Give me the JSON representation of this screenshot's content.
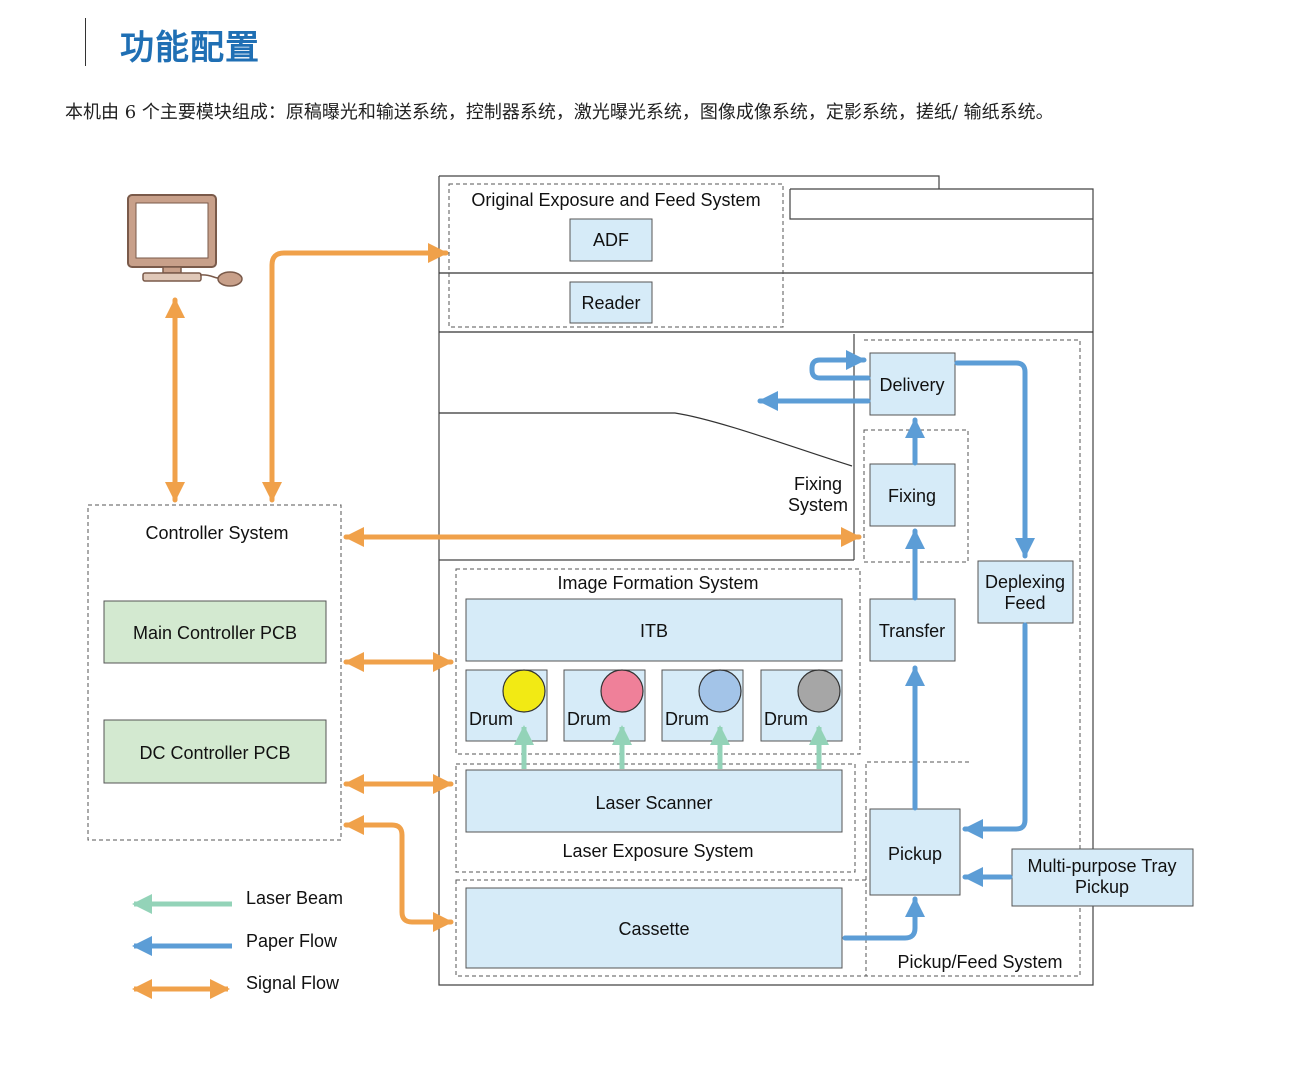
{
  "page": {
    "title": "功能配置",
    "intro": "本机由 6  个主要模块组成：原稿曝光和输送系统，控制器系统，激光曝光系统，图像成像系统，定影系统，搓纸/ 输纸系统。"
  },
  "diagram": {
    "original_exposure_system": "Original Exposure and Feed System",
    "adf": "ADF",
    "reader": "Reader",
    "delivery": "Delivery",
    "fixing_system_line1": "Fixing",
    "fixing_system_line2": "System",
    "fixing": "Fixing",
    "controller_system": "Controller System",
    "main_controller_pcb": "Main Controller PCB",
    "dc_controller_pcb": "DC Controller PCB",
    "image_formation_system": "Image Formation System",
    "itb": "ITB",
    "transfer": "Transfer",
    "deplexing_feed_line1": "Deplexing",
    "deplexing_feed_line2": "Feed",
    "drums": [
      {
        "label": "Drum",
        "color": "#f2ea14"
      },
      {
        "label": "Drum",
        "color": "#ef8099"
      },
      {
        "label": "Drum",
        "color": "#a3c4e8"
      },
      {
        "label": "Drum",
        "color": "#a6a6a6"
      }
    ],
    "laser_scanner": "Laser Scanner",
    "laser_exposure_system": "Laser Exposure System",
    "pickup": "Pickup",
    "multi_purpose_line1": "Multi-purpose Tray",
    "multi_purpose_line2": "Pickup",
    "cassette": "Cassette",
    "pickup_feed_system": "Pickup/Feed System"
  },
  "legend": {
    "laser_beam": "Laser Beam",
    "paper_flow": "Paper Flow",
    "signal_flow": "Signal Flow"
  },
  "colors": {
    "title": "#1f6fb4",
    "box_blue": "#d6ebf8",
    "box_green": "#d3e9d0",
    "laser_beam": "#93d3b8",
    "paper_flow": "#5c9dd6",
    "signal_flow": "#f0a14a"
  },
  "icons": [
    "computer-monitor-icon",
    "mouse-icon"
  ]
}
